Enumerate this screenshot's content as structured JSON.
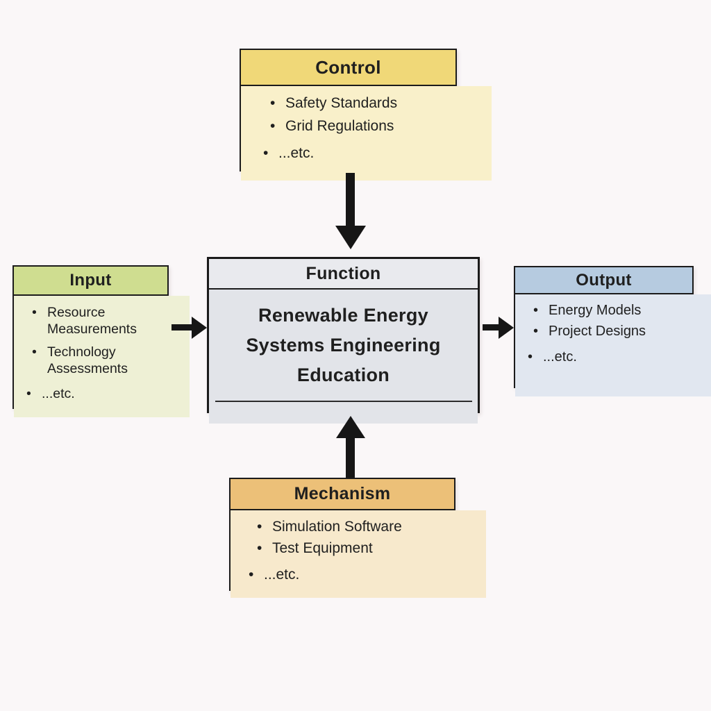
{
  "diagram": {
    "background_color": "#faf7f8",
    "border_color": "#1b1b1b",
    "arrow_color": "#161616",
    "text_color": "#1f1f1f",
    "bullet_glyph": "•",
    "boxes": {
      "control": {
        "title": "Control",
        "header_color": "#f0d878",
        "body_color": "#f9f0ca",
        "items": [
          "Safety Standards",
          "Grid Regulations"
        ],
        "etc_label": "...etc."
      },
      "input": {
        "title": "Input",
        "header_color": "#cfdd90",
        "body_color": "#eef0d5",
        "items": [
          "Resource Measurements",
          "Technology Assessments"
        ],
        "etc_label": "...etc."
      },
      "function": {
        "title": "Function",
        "header_color": "#e9eaee",
        "body_color": "#e2e4e9",
        "lines": [
          "Renewable Energy",
          "Systems Engineering",
          "Education"
        ]
      },
      "output": {
        "title": "Output",
        "header_color": "#b6cbe0",
        "body_color": "#e1e7f0",
        "items": [
          "Energy Models",
          "Project Designs"
        ],
        "etc_label": "...etc."
      },
      "mechanism": {
        "title": "Mechanism",
        "header_color": "#ecc078",
        "body_color": "#f7e9cc",
        "items": [
          "Simulation Software",
          "Test Equipment"
        ],
        "etc_label": "...etc."
      }
    }
  }
}
